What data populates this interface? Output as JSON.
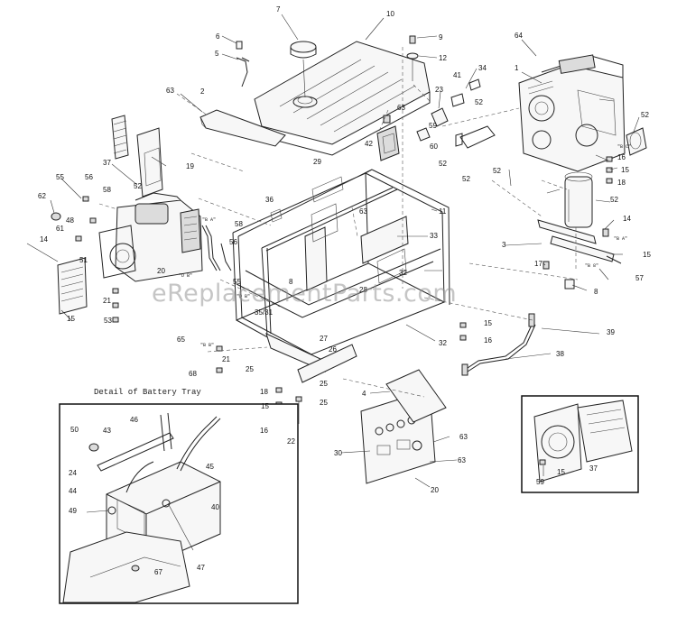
{
  "watermark": "eReplacementParts.com",
  "detail_title": "Detail of Battery Tray",
  "notes": [
    "\"B A\"",
    "\"D B\"",
    "\"D B\"",
    "\"B B\"",
    "\"B A\"",
    "\"B 8\"",
    "\"B C\""
  ],
  "callouts": [
    "7",
    "10",
    "6",
    "9",
    "5",
    "12",
    "64",
    "41",
    "34",
    "1",
    "23",
    "63",
    "2",
    "52",
    "52",
    "59",
    "63",
    "42",
    "60",
    "52",
    "52",
    "16",
    "15",
    "18",
    "19",
    "52",
    "52",
    "29",
    "37",
    "55",
    "56",
    "58",
    "62",
    "48",
    "61",
    "14",
    "36",
    "63",
    "11",
    "52",
    "58",
    "56",
    "33",
    "14",
    "3",
    "15",
    "17",
    "57",
    "51",
    "20",
    "55",
    "8",
    "28",
    "32",
    "8",
    "15",
    "16",
    "39",
    "21",
    "35/31",
    "27",
    "26",
    "32",
    "38",
    "53",
    "15",
    "65",
    "21",
    "25",
    "68",
    "25",
    "18",
    "4",
    "25",
    "15",
    "16",
    "22",
    "63",
    "30",
    "63",
    "20",
    "50",
    "43",
    "46",
    "24",
    "45",
    "44",
    "49",
    "40",
    "47",
    "67",
    "59",
    "15",
    "37"
  ],
  "colors": {
    "line": "#222222",
    "watermark": "#969696",
    "background": "#ffffff"
  }
}
